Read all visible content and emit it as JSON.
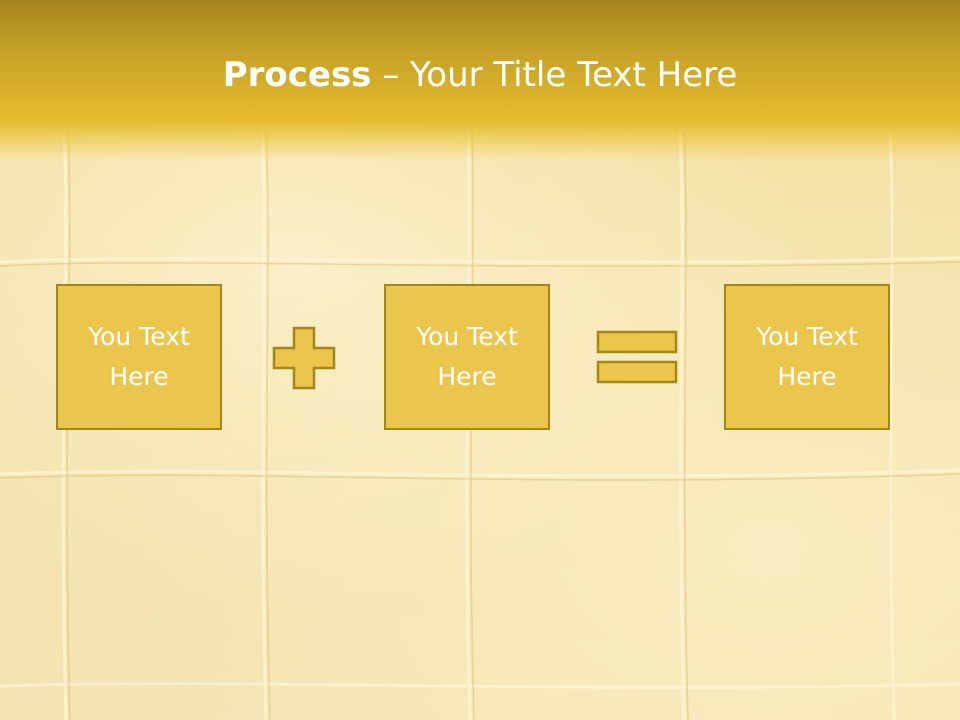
{
  "slide": {
    "title_strong": "Process",
    "title_rest": " – Your Title Text Here",
    "boxes": [
      {
        "text": "You Text Here"
      },
      {
        "text": "You Text Here"
      },
      {
        "text": "You Text Here"
      }
    ],
    "operators": [
      "plus-icon",
      "equals-icon"
    ],
    "colors": {
      "header": "#e4bc2d",
      "box_fill": "#eac64c",
      "box_border": "#a58718",
      "text": "#ffffff"
    }
  }
}
